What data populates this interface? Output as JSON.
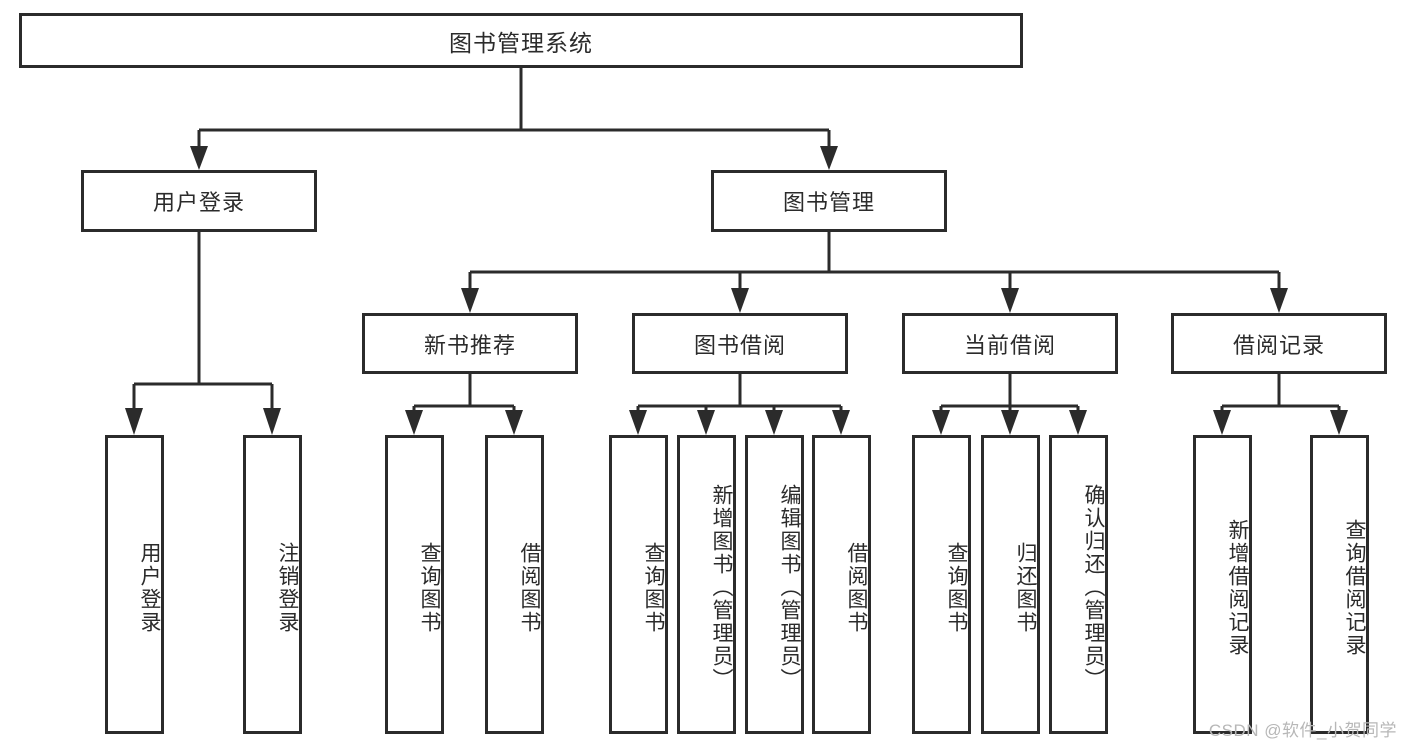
{
  "diagram": {
    "title": "图书管理系统",
    "type": "hierarchy-tree",
    "root": {
      "id": "root",
      "label": "图书管理系统"
    },
    "level2": [
      {
        "id": "user-login",
        "label": "用户登录"
      },
      {
        "id": "book-manage",
        "label": "图书管理"
      }
    ],
    "level3": [
      {
        "id": "new-book-rec",
        "label": "新书推荐"
      },
      {
        "id": "book-borrow",
        "label": "图书借阅"
      },
      {
        "id": "current-borrow",
        "label": "当前借阅"
      },
      {
        "id": "borrow-record",
        "label": "借阅记录"
      }
    ],
    "leaves": {
      "user_login": [
        {
          "id": "leaf-user-login",
          "label": "用户登录"
        },
        {
          "id": "leaf-user-logout",
          "label": "注销登录"
        }
      ],
      "new_book_rec": [
        {
          "id": "leaf-query-book-1",
          "label": "查询图书"
        },
        {
          "id": "leaf-borrow-book-1",
          "label": "借阅图书"
        }
      ],
      "book_borrow": [
        {
          "id": "leaf-query-book-2",
          "label": "查询图书"
        },
        {
          "id": "leaf-add-book",
          "label": "新增图书（管理员）"
        },
        {
          "id": "leaf-edit-book",
          "label": "编辑图书（管理员）"
        },
        {
          "id": "leaf-borrow-book-2",
          "label": "借阅图书"
        }
      ],
      "current_borrow": [
        {
          "id": "leaf-query-book-3",
          "label": "查询图书"
        },
        {
          "id": "leaf-return-book",
          "label": "归还图书"
        },
        {
          "id": "leaf-confirm-return",
          "label": "确认归还（管理员）"
        }
      ],
      "borrow_record": [
        {
          "id": "leaf-add-record",
          "label": "新增借阅记录"
        },
        {
          "id": "leaf-query-record",
          "label": "查询借阅记录"
        }
      ]
    }
  },
  "watermark": {
    "text": "CSDN @软件_小贺同学"
  },
  "colors": {
    "stroke": "#2b2b2b",
    "fill": "#ffffff",
    "text": "#2b2b2b",
    "watermark": "#b7b7b7"
  }
}
